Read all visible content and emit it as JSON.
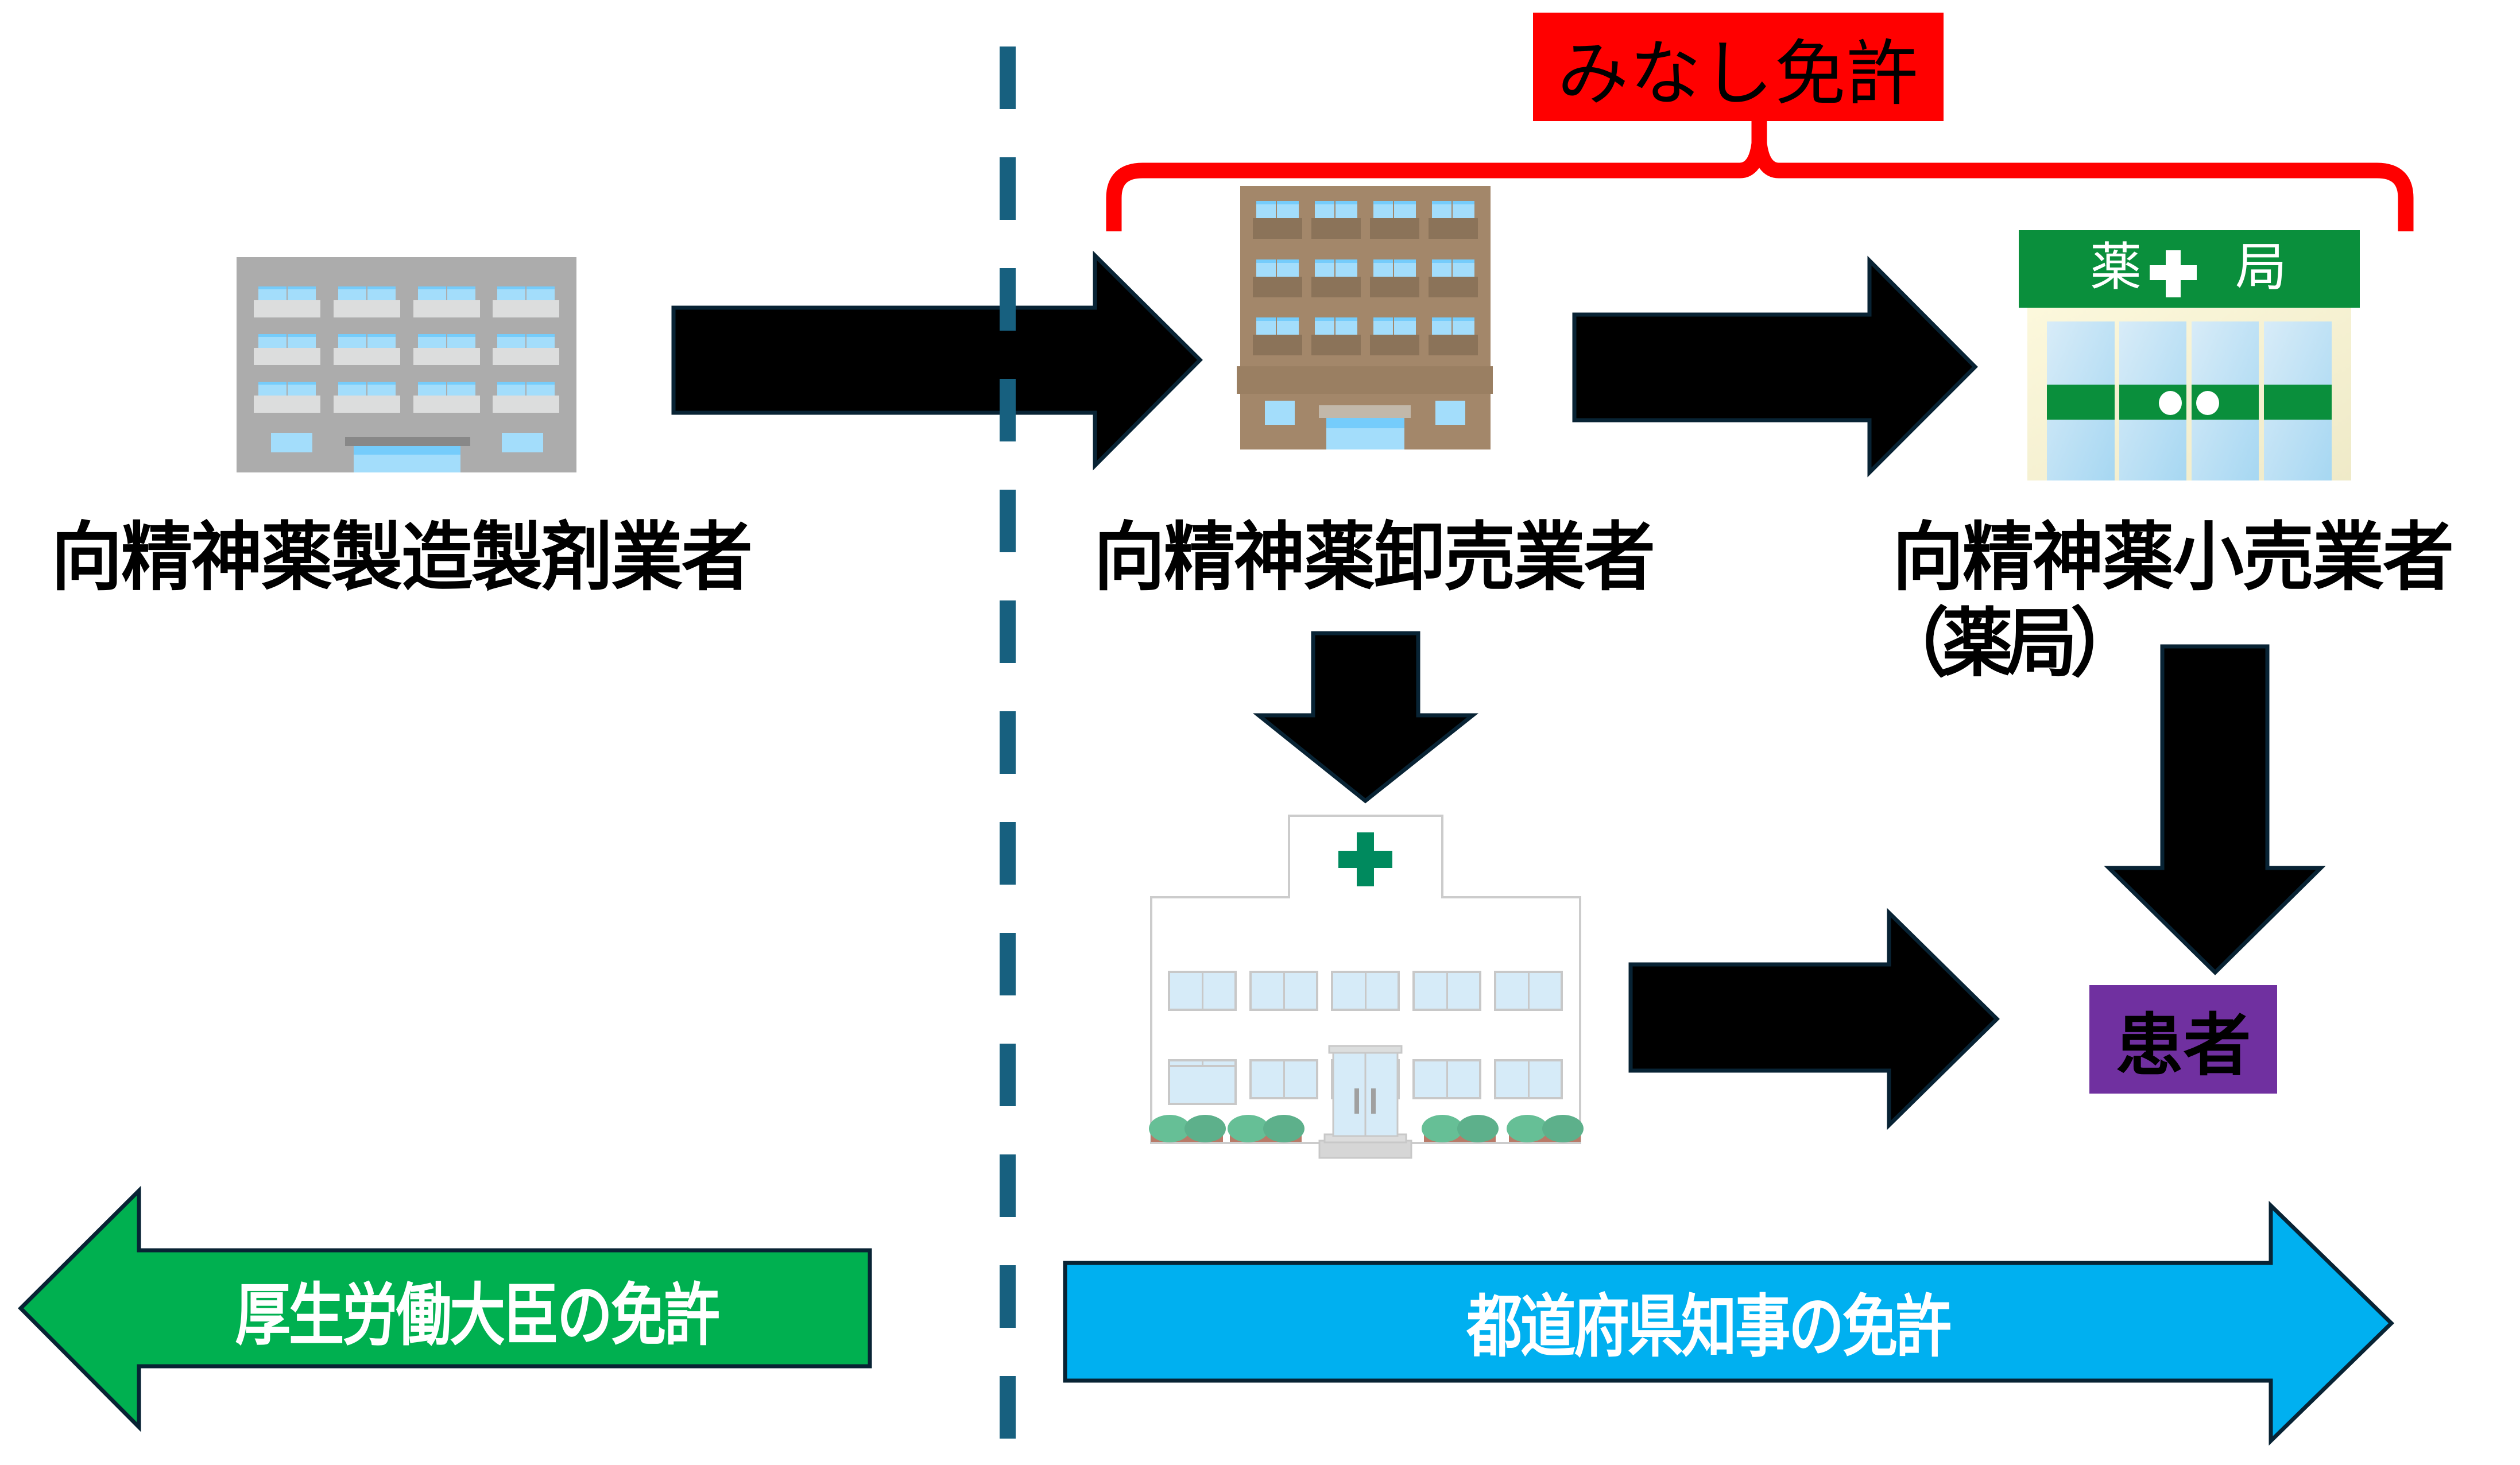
{
  "title": "向精神薬の流通と免許区分",
  "deemed_license": {
    "label": "みなし免許",
    "color": "#ff0000"
  },
  "entities": {
    "manufacturer": {
      "label": "向精神薬製造製剤業者",
      "icon": "gray-office-building-icon"
    },
    "wholesaler": {
      "label": "向精神薬卸売業者",
      "icon": "brown-apartment-building-icon"
    },
    "retailer": {
      "label_line1": "向精神薬小売業者",
      "label_line2": "（薬局）",
      "icon": "pharmacy-store-icon",
      "sign_left": "薬",
      "sign_right": "局"
    },
    "hospital": {
      "icon": "hospital-building-icon"
    },
    "patient": {
      "label": "患者",
      "color": "#7030a0"
    }
  },
  "flows": [
    {
      "from": "manufacturer",
      "to": "wholesaler",
      "direction": "right"
    },
    {
      "from": "wholesaler",
      "to": "retailer",
      "direction": "right"
    },
    {
      "from": "wholesaler",
      "to": "hospital",
      "direction": "down"
    },
    {
      "from": "retailer",
      "to": "patient",
      "direction": "down"
    },
    {
      "from": "hospital",
      "to": "patient",
      "direction": "right"
    }
  ],
  "jurisdiction": {
    "national": {
      "label": "厚生労働大臣の免許",
      "color": "#00b050",
      "direction": "left"
    },
    "prefectural": {
      "label": "都道府県知事の免許",
      "color": "#00b0f0",
      "direction": "right"
    }
  },
  "colors": {
    "arrow_fill": "#000000",
    "arrow_outline": "#082334",
    "divider": "#17607f",
    "pharmacy_green": "#0a8f3c",
    "hospital_cross": "#008a5e"
  }
}
